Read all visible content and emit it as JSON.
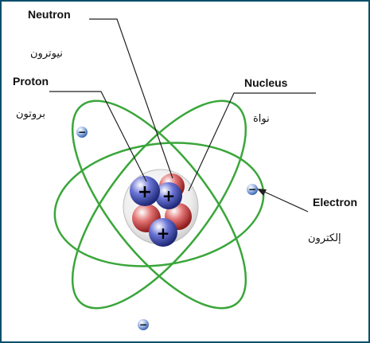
{
  "diagram": {
    "labels": {
      "neutron_en": "Neutron",
      "neutron_ar": "نيوترون",
      "proton_en": "Proton",
      "proton_ar": "بروتون",
      "nucleus_en": "Nucleus",
      "nucleus_ar": "نواة",
      "electron_en": "Electron",
      "electron_ar": "إلكترون"
    },
    "particle_signs": {
      "proton": "+",
      "electron": "−"
    },
    "colors": {
      "orbit": "#3aa63a",
      "proton": "#2c3a9e",
      "neutron": "#c8302f",
      "electron": "#5a86c8",
      "border": "#0b4f6c",
      "leader": "#222222"
    },
    "counts": {
      "orbits": 3,
      "protons": 3,
      "neutrons": 3,
      "electrons": 3
    }
  }
}
